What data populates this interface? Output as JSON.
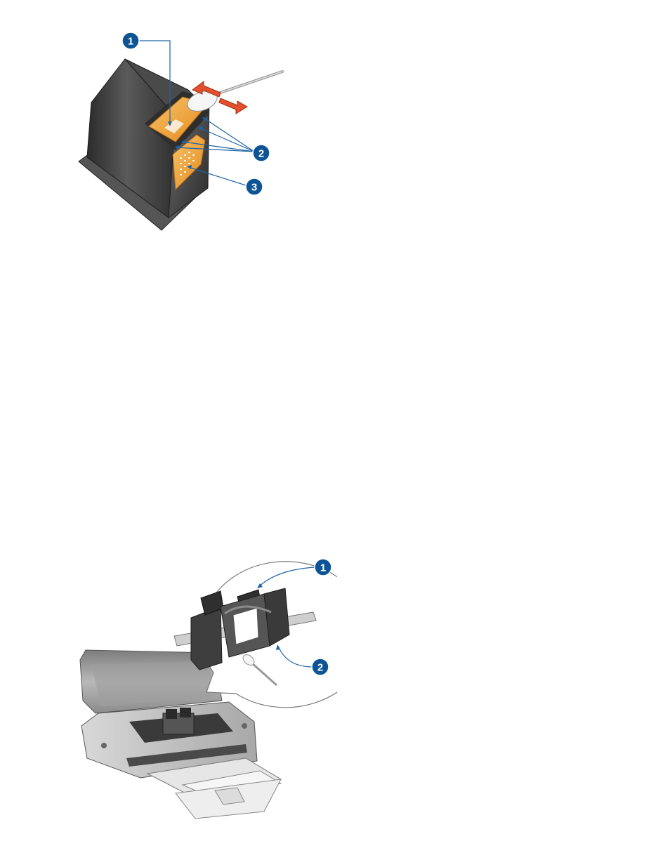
{
  "figures": [
    {
      "callouts": [
        {
          "number": "1"
        },
        {
          "number": "2"
        },
        {
          "number": "3"
        }
      ]
    },
    {
      "callouts": [
        {
          "number": "1"
        },
        {
          "number": "2"
        }
      ]
    }
  ],
  "colors": {
    "callout_fill": "#0d5494",
    "leader_line": "#1f64a8",
    "cartridge_body": "#3c3c3c",
    "contact_orange": "#f2a53a",
    "arrow_red": "#e4502c",
    "printer_gray": "#a9a9a9"
  }
}
